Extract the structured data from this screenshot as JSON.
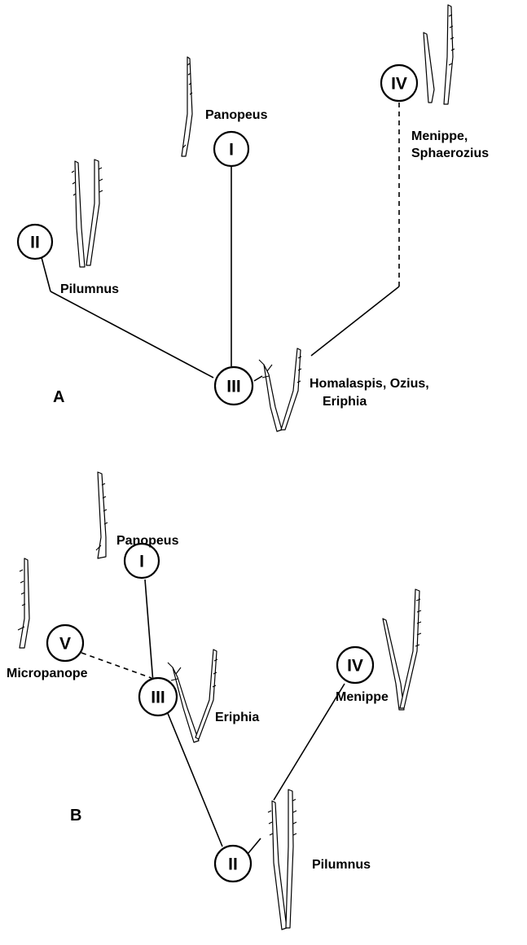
{
  "panels": {
    "a": {
      "label": "A",
      "nodes": {
        "I": "I",
        "II": "II",
        "III": "III",
        "IV": "IV"
      },
      "taxa": {
        "panopeus": "Panopeus",
        "menippe_line1": "Menippe,",
        "menippe_line2": "Sphaerozius",
        "pilumnus": "Pilumnus",
        "homalaspis_line1": "Homalaspis, Ozius,",
        "homalaspis_line2": "Eriphia"
      }
    },
    "b": {
      "label": "B",
      "nodes": {
        "I": "I",
        "II": "II",
        "III": "III",
        "IV": "IV",
        "V": "V"
      },
      "taxa": {
        "panopeus": "Panopeus",
        "micropanope": "Micropanope",
        "eriphia": "Eriphia",
        "menippe": "Menippe",
        "pilumnus": "Pilumnus"
      }
    }
  },
  "icons": [
    "setae-sketch-icon"
  ]
}
